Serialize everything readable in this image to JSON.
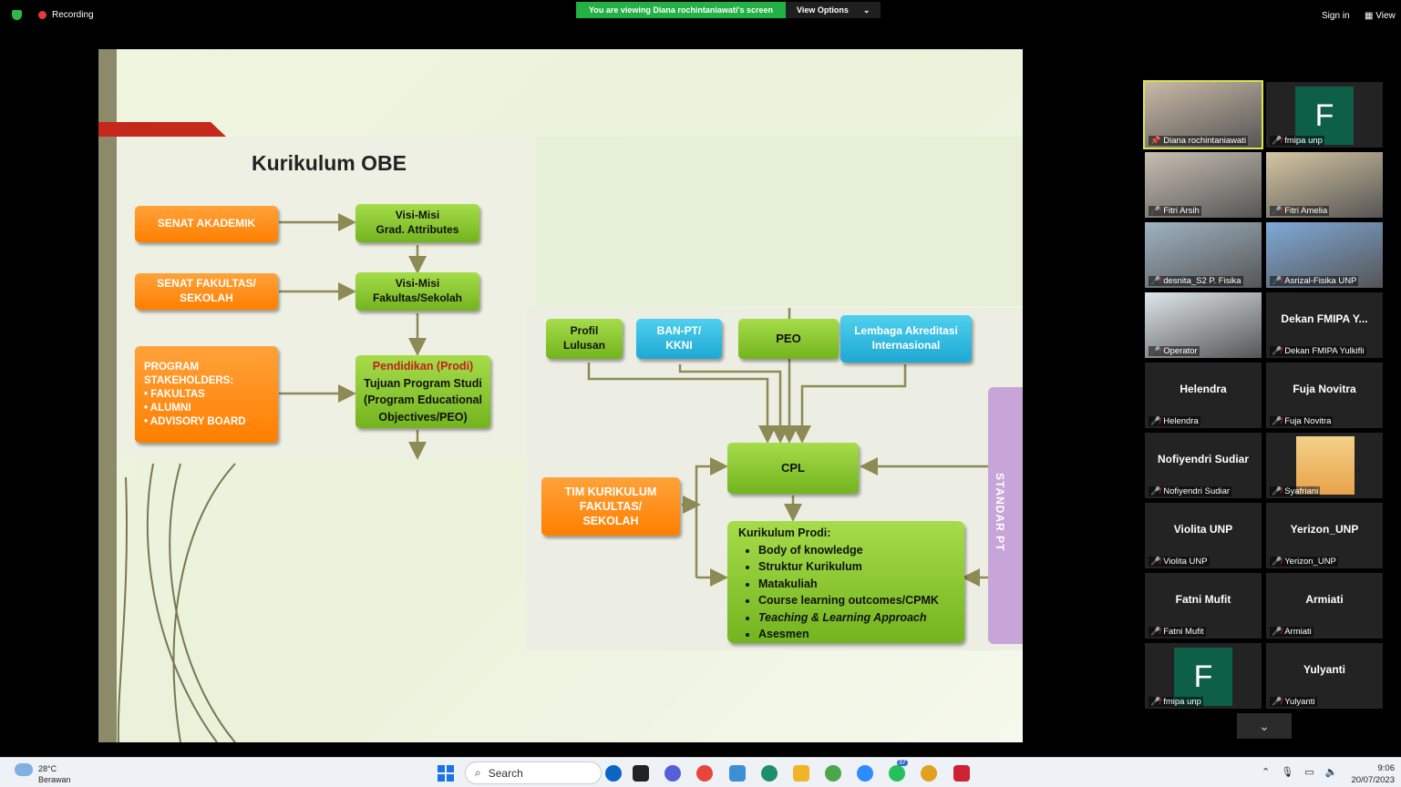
{
  "zoom": {
    "recording_label": "Recording",
    "viewing_label": "You are viewing Diana rochintaniawati's screen",
    "view_options_label": "View Options",
    "sign_in_label": "Sign in",
    "view_label": "View"
  },
  "slide": {
    "title": "Kurikulum OBE",
    "senat_akademik": "SENAT AKADEMIK",
    "senat_fakultas": [
      "SENAT FAKULTAS/",
      "SEKOLAH"
    ],
    "stakeholders": [
      "PROGRAM",
      "STAKEHOLDERS:",
      "•  FAKULTAS",
      "•  ALUMNI",
      "•  ADVISORY BOARD"
    ],
    "visi_misi_1": [
      "Visi-Misi",
      "Grad. Attributes"
    ],
    "visi_misi_2": [
      "Visi-Misi",
      "Fakultas/Sekolah"
    ],
    "pendidikan_title": "Pendidikan (Prodi)",
    "pendidikan_lines": [
      "Tujuan Program Studi",
      "(Program Educational",
      "Objectives/PEO)"
    ],
    "profil": [
      "Profil",
      "Lulusan"
    ],
    "banpt": [
      "BAN-PT/",
      "KKNI"
    ],
    "peo": "PEO",
    "lembaga": [
      "Lembaga Akreditasi",
      "Internasional"
    ],
    "cpl": "CPL",
    "tim": [
      "TIM KURIKULUM",
      "FAKULTAS/",
      "SEKOLAH"
    ],
    "kurikulum_title": "Kurikulum Prodi:",
    "kurikulum_items": [
      "Body of knowledge",
      "Struktur Kurikulum",
      "Matakuliah",
      "Course learning outcomes/CPMK",
      "Teaching  & Learning Approach",
      "Asesmen"
    ],
    "standar": "STANDAR PT"
  },
  "participants": [
    {
      "label": "Diana rochintaniawati",
      "tile": "video"
    },
    {
      "label": "fmipa unp",
      "tile": "F"
    },
    {
      "label": "Fitri Arsih",
      "tile": "video"
    },
    {
      "label": "Fitri Amelia",
      "tile": "video"
    },
    {
      "label": "desnita_S2 P. Fisika",
      "tile": "video"
    },
    {
      "label": "Asrizal-Fisika UNP",
      "tile": "video"
    },
    {
      "label": "Operator",
      "tile": "video"
    },
    {
      "label": "Dekan FMIPA  Yulkifli",
      "name": "Dekan FMIPA  Y...",
      "tile": "name"
    },
    {
      "label": "Helendra",
      "name": "Helendra",
      "tile": "name"
    },
    {
      "label": "Fuja Novitra",
      "name": "Fuja Novitra",
      "tile": "name"
    },
    {
      "label": "Nofiyendri Sudiar",
      "name": "Nofiyendri Sudiar",
      "tile": "name"
    },
    {
      "label": "Syafriani",
      "tile": "video"
    },
    {
      "label": "Violita UNP",
      "name": "Violita UNP",
      "tile": "name"
    },
    {
      "label": "Yerizon_UNP",
      "name": "Yerizon_UNP",
      "tile": "name"
    },
    {
      "label": "Fatni Mufit",
      "name": "Fatni Mufit",
      "tile": "name"
    },
    {
      "label": "Armiati",
      "name": "Armiati",
      "tile": "name"
    },
    {
      "label": "fmipa unp",
      "tile": "F"
    },
    {
      "label": "Yulyanti",
      "name": "Yulyanti",
      "tile": "name"
    }
  ],
  "taskbar": {
    "temp": "28°C",
    "weather": "Berawan",
    "search_label": "Search",
    "time": "9:06",
    "date": "20/07/2023",
    "badge_37": "37"
  }
}
